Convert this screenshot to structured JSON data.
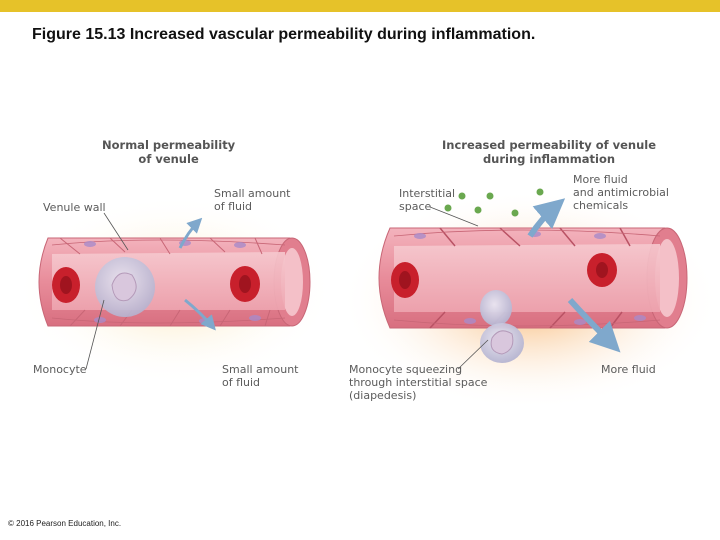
{
  "title": "Figure 15.13  Increased vascular permeability during inflammation.",
  "copyright": "© 2016 Pearson Education, Inc.",
  "left_panel": {
    "heading": "Normal permeability\nof venule",
    "venule_wall": "Venule wall",
    "small_fluid_top": "Small amount\nof fluid",
    "monocyte": "Monocyte",
    "small_fluid_bottom": "Small amount\nof fluid"
  },
  "right_panel": {
    "heading": "Increased permeability of venule\nduring inflammation",
    "interstitial_space": "Interstitial\nspace",
    "more_fluid_chemicals": "More fluid\nand antimicrobial\nchemicals",
    "monocyte_squeezing": "Monocyte squeezing\nthrough interstitial space\n(diapedesis)",
    "more_fluid": "More fluid"
  },
  "colors": {
    "accent_bar": "#e6c229",
    "vessel": "#e88c9a",
    "rbc": "#c8202c",
    "chemical_dot": "#6aa84f",
    "fluid_arrow": "#7fa8cc"
  }
}
